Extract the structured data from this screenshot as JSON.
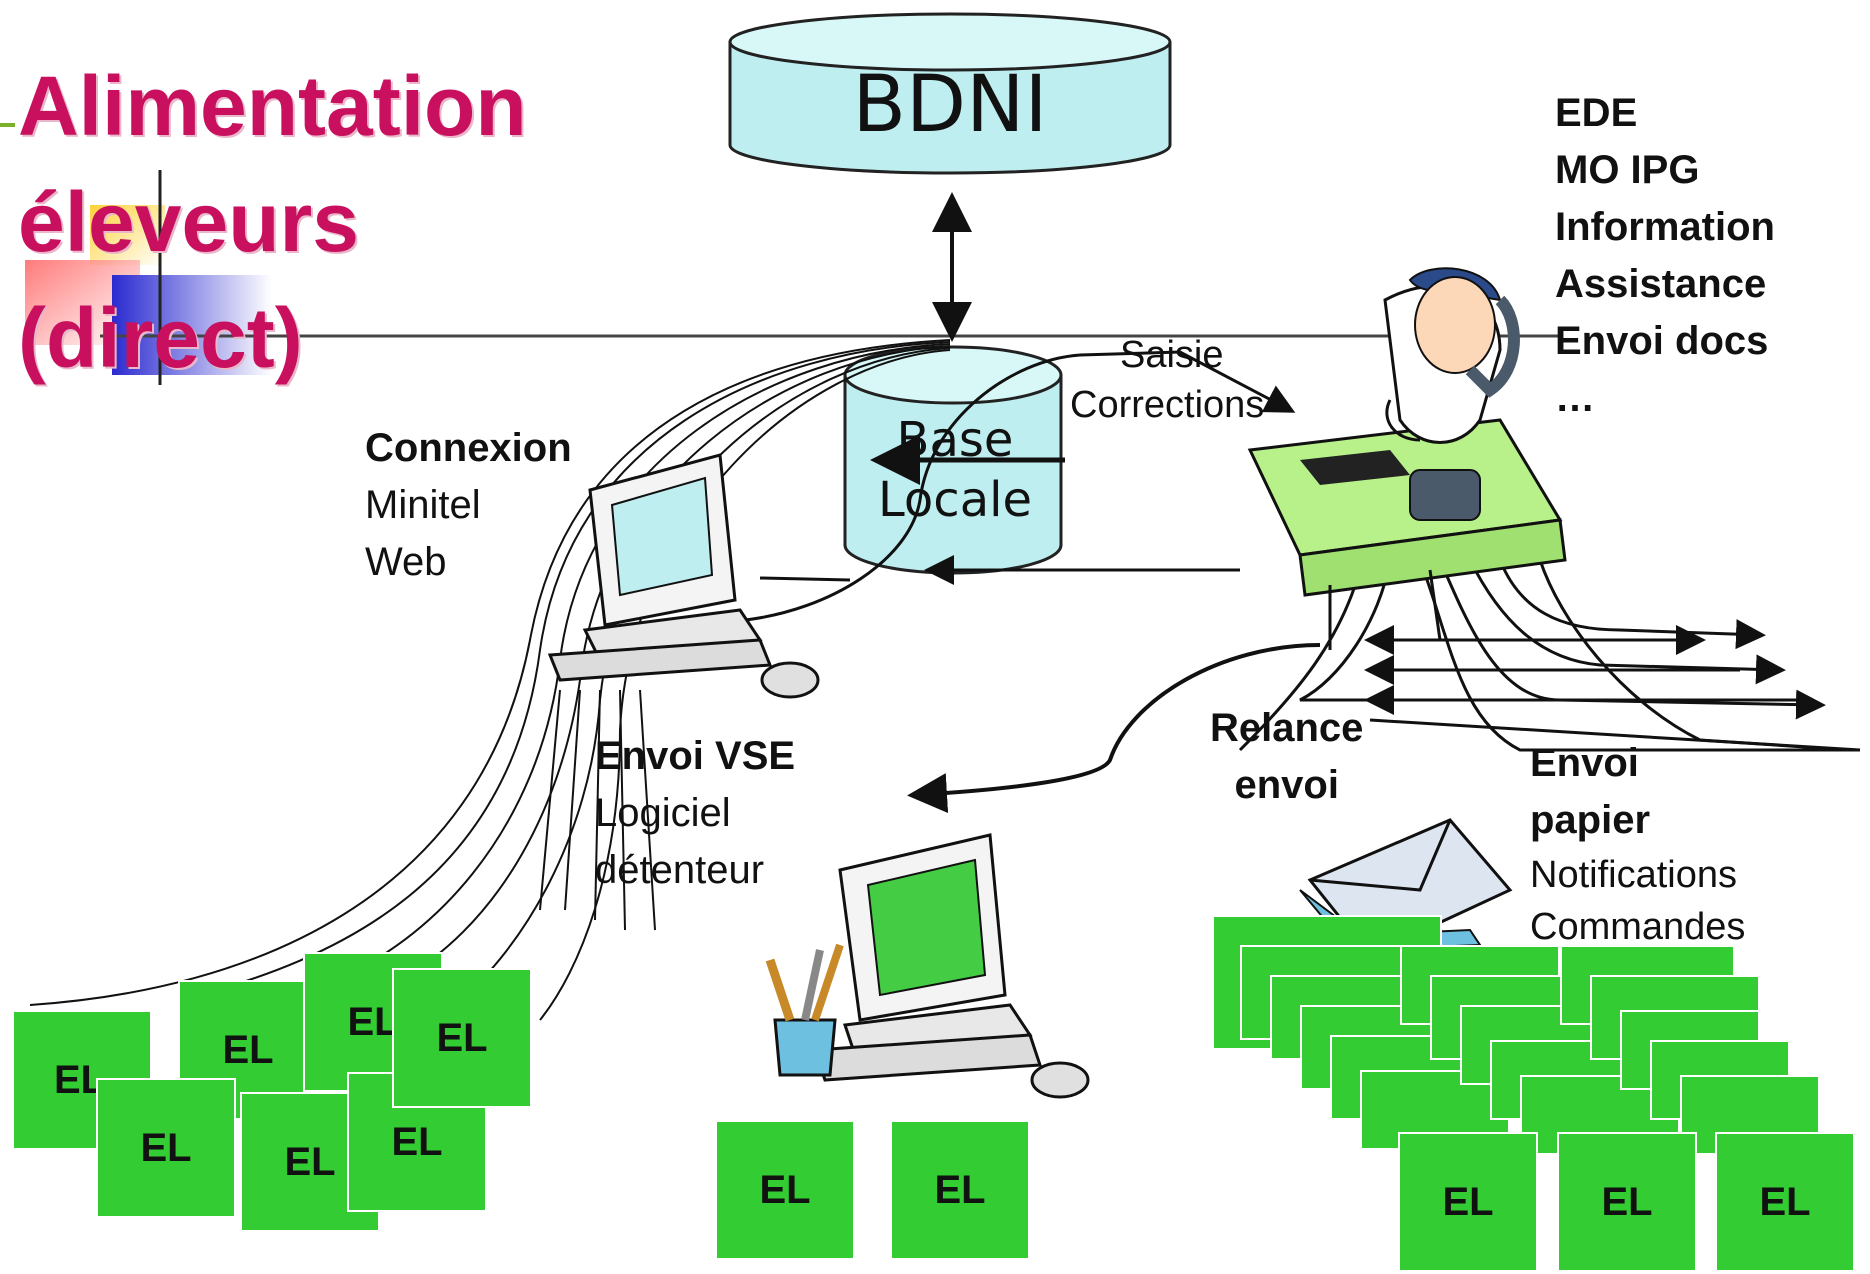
{
  "title": {
    "line1": "Alimentation",
    "line2": "éleveurs",
    "line3": "(direct)"
  },
  "bdni": "BDNI",
  "base_locale": {
    "line1": "Base",
    "line2": "Locale"
  },
  "saisie": {
    "line1": "Saisie",
    "line2": "Corrections"
  },
  "ede": {
    "items": [
      "EDE",
      "MO IPG",
      "Information",
      "Assistance",
      "Envoi docs",
      "…"
    ]
  },
  "connexion": {
    "heading": "Connexion",
    "line1": "Minitel",
    "line2": "Web"
  },
  "envoi_vse": {
    "heading": "Envoi VSE",
    "line1": "Logiciel",
    "line2": "détenteur"
  },
  "relance": {
    "line1": "Relance",
    "line2": "envoi"
  },
  "envoi_papier": {
    "heading1": "Envoi",
    "heading2": "papier",
    "line1": "Notifications",
    "line2": "Commandes"
  },
  "el_label": "EL",
  "colors": {
    "title": "#c8105f",
    "cylinder": "#bfeef0",
    "el_box": "#33cc33",
    "desk": "#b8f08a",
    "screen": "#44cc44"
  }
}
